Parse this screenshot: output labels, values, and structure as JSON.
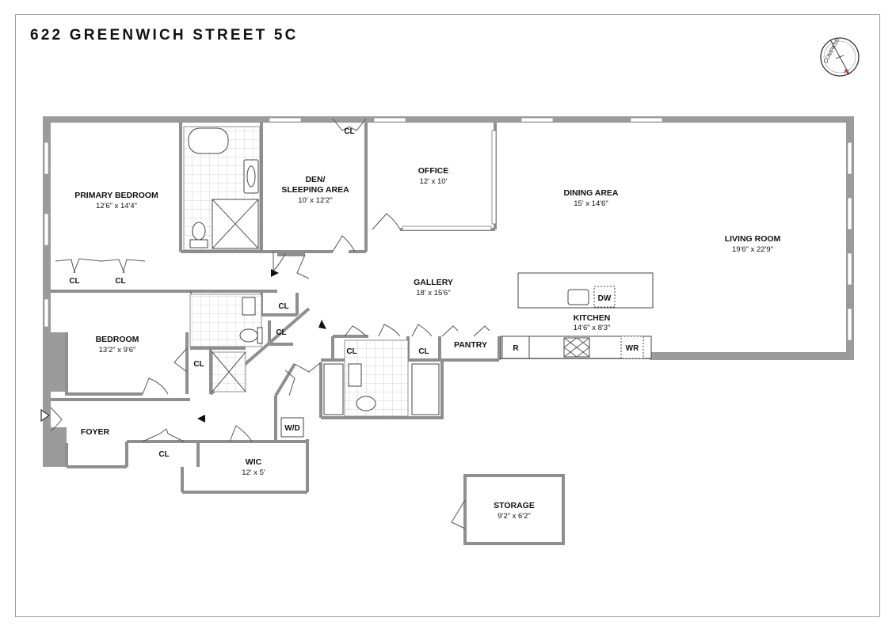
{
  "title": "622 GREENWICH STREET 5C",
  "compass": {
    "label": "COMPASS",
    "north": "N"
  },
  "rooms": {
    "primary_bedroom": {
      "name": "PRIMARY BEDROOM",
      "dims": "12'6\" x 14'4\""
    },
    "den": {
      "name_line1": "DEN/",
      "name_line2": "SLEEPING AREA",
      "dims": "10' x 12'2\""
    },
    "office": {
      "name": "OFFICE",
      "dims": "12' x 10'"
    },
    "dining": {
      "name": "DINING AREA",
      "dims": "15' x 14'6\""
    },
    "living": {
      "name": "LIVING ROOM",
      "dims": "19'6\" x 22'9\""
    },
    "gallery": {
      "name": "GALLERY",
      "dims": "18' x 15'6\""
    },
    "kitchen": {
      "name": "KITCHEN",
      "dims": "14'6\" x 8'3\""
    },
    "bedroom": {
      "name": "BEDROOM",
      "dims": "13'2\" x 9'6\""
    },
    "foyer": {
      "name": "FOYER"
    },
    "wic": {
      "name": "WIC",
      "dims": "12' x 5'"
    },
    "storage": {
      "name": "STORAGE",
      "dims": "9'2\" x 6'2\""
    },
    "pantry": {
      "name": "PANTRY"
    }
  },
  "closet_label": "CL",
  "fixtures": {
    "dishwasher": "DW",
    "refrigerator": "R",
    "wine_refrigerator": "WR",
    "washer_dryer": "W/D"
  }
}
